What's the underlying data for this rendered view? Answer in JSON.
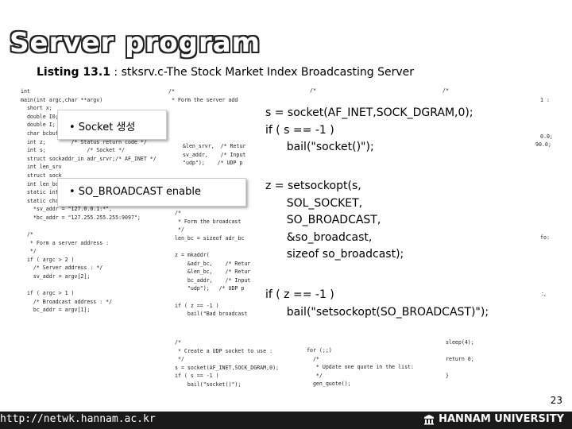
{
  "slide": {
    "title": "Server program",
    "listing_label": "Listing 13.1",
    "listing_text": " : stksrv.c-The Stock Market Index Broadcasting Server",
    "page_number": "23"
  },
  "code": {
    "col1": "int\nmain(int argc,char **argv)\n  short x;\n  double I0;\n  double I;\n  char bcbuf[\n  int z;        /* Status return code */\n  int s;             /* Socket */\n  struct sockaddr_in adr_srvr;/* AF_INET */\n  int len_srv\n  struct sock\n  int len_bc;\n  static int s\n  static char\n    *sv_addr = \"127.0.0.1:*\",\n    *bc_addr = \"127.255.255.255:9097\";\n\n  /*\n   * Form a server address :\n   */\n  if ( argc > 2 )\n    /* Server address : */\n    sv_addr = argv[2];\n\n  if ( argc > 1 )\n    /* Broadcast address : */\n    bc_addr = argv[1];",
    "col2_top": "/*\n * Form the server add",
    "col2_mid": "&len_srvr,  /* Retur\nsv_addr,    /* Input\n\"udp\");    /* UDP p",
    "col2_low": "/*\n * Form the broadcast\n */\nlen_bc = sizeof adr_bc\n\nz = mkaddr(\n    &adr_bc,    /* Retur\n    &len_bc,    /* Retur\n    bc_addr,    /* Input\n    \"udp\");   /* UDP p\n\nif ( z == -1 )\n    bail(\"Bad broadcast",
    "col2_bottom": "/*\n * Create a UDP socket to use :\n */\ns = socket(AF_INET,SOCK_DGRAM,0);\nif ( s == -1 )\n    bail(\"socket()\");",
    "col3_bottom": "for (;;)\n  /*\n   * Update one quote in the list:\n   */\n  gen_quote();",
    "col4_bottom": "sleep(4);\n\nreturn 0;\n\n}",
    "frag_col3a": "/*",
    "frag_col4a": "/*",
    "frag_right1": "1 :",
    "frag_right2": "0.0;",
    "frag_right3": "90.0;",
    "frag_right4": "fo:",
    "frag_right5": "c,"
  },
  "bullets": {
    "socket": "• Socket 생성",
    "broadcast": "• SO_BROADCAST enable"
  },
  "callouts": {
    "socket": "s = socket(AF_INET,SOCK_DGRAM,0);\nif ( s == -1 )\n      bail(\"socket()\");",
    "setsockopt": "z = setsockopt(s,\n      SOL_SOCKET,\n      SO_BROADCAST,\n      &so_broadcast,\n      sizeof so_broadcast);",
    "check": "if ( z == -1 )\n      bail(\"setsockopt(SO_BROADCAST)\");"
  },
  "footer": {
    "url": "http://netwk.hannam.ac.kr",
    "university": "HANNAM UNIVERSITY",
    "logo_icon": "university-logo-icon"
  },
  "colors": {
    "footer_bg": "#1a1a1a",
    "title_outline": "#222222"
  }
}
